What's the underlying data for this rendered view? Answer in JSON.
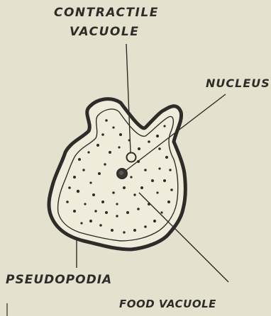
{
  "labels": {
    "contractile_line1": "CONTRACTILE",
    "contractile_line2": "VACUOLE",
    "nucleus": "NUCLEUS",
    "pseudopodia": "PSEUDOPODIA",
    "food_vacuole": "FOOD VACUOLE"
  },
  "colors": {
    "ink": "#2e2c28",
    "paper": "#e4e1cf",
    "cell_fill": "#efecdb"
  }
}
